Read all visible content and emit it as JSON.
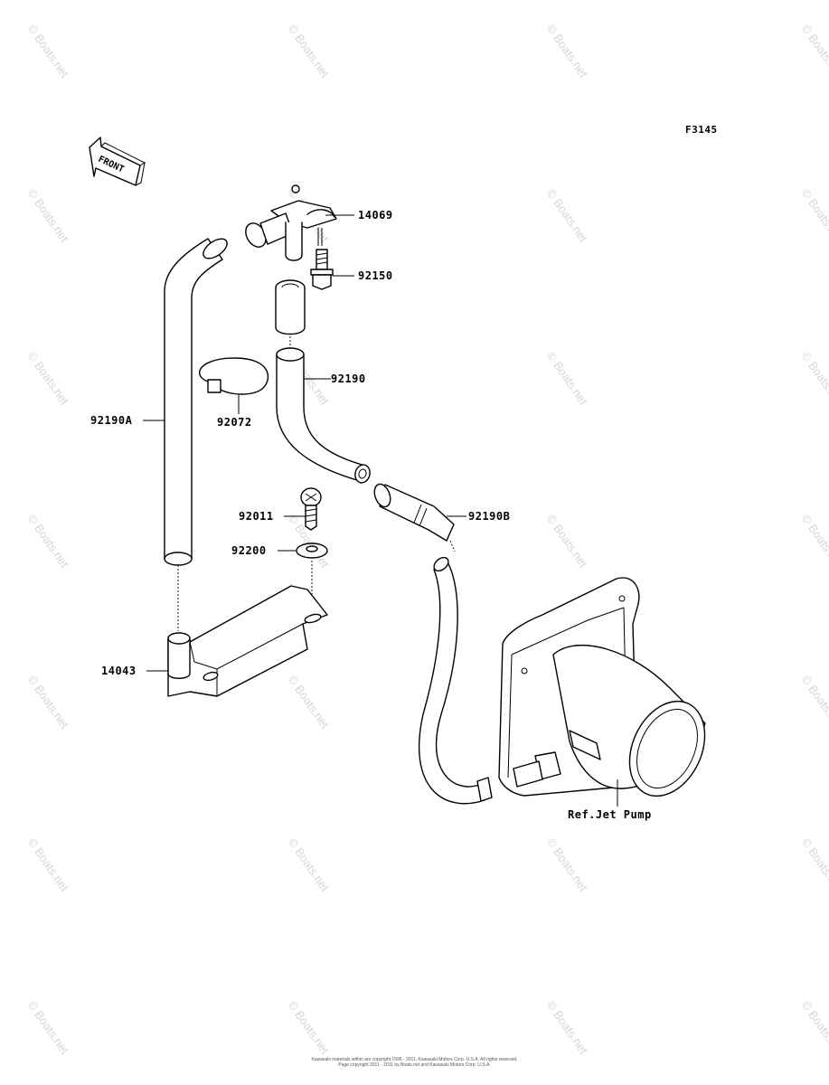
{
  "figure_code": "F3145",
  "front_label": "FRONT",
  "parts": {
    "p14069": "14069",
    "p92150": "92150",
    "p92190": "92190",
    "p92072": "92072",
    "p92190A": "92190A",
    "p92011": "92011",
    "p92190B": "92190B",
    "p92200": "92200",
    "p14043": "14043",
    "ref_jet_pump": "Ref.Jet Pump"
  },
  "watermark": "© Boats.net",
  "copyright_lines": [
    "Kawasaki materials within are copyright 1995 - 2011, Kawasaki Motors Corp. U.S.A. All rights reserved.",
    "Page copyright 2011 - 2011 by Boats.net and Kawasaki Motors Corp. U.S.A."
  ]
}
